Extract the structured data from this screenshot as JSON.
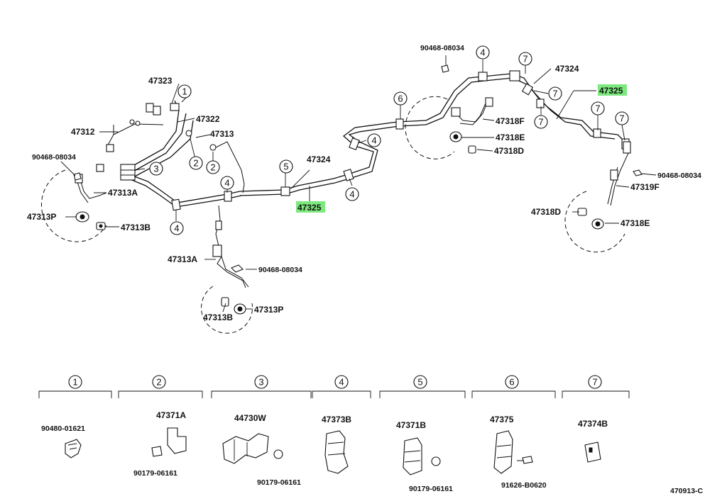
{
  "diagram_code": "470913-C",
  "labels": {
    "p47323": "47323",
    "p47322": "47322",
    "p47312": "47312",
    "p47313_top": "47313",
    "p90468_left": "90468-08034",
    "p47313A_left": "47313A",
    "p47313P_left": "47313P",
    "p47313B_left": "47313B",
    "p47313A_bottom": "47313A",
    "p90468_bottom": "90468-08034",
    "p47313B_bottom": "47313B",
    "p47313P_bottom": "47313P",
    "p47324_center": "47324",
    "p47325_center": "47325",
    "p90468_top": "90468-08034",
    "p47324_right": "47324",
    "p47325_right": "47325",
    "p47318F": "47318F",
    "p47318E_top": "47318E",
    "p47318D_top": "47318D",
    "p90468_right": "90468-08034",
    "p47319F": "47319F",
    "p47318D_right": "47318D",
    "p47318E_right": "47318E"
  },
  "callouts": {
    "c1": "1",
    "c2": "2",
    "c3": "3",
    "c4": "4",
    "c5": "5",
    "c6": "6",
    "c7": "7"
  },
  "legend": {
    "g1": {
      "num": "1",
      "part": "90480-01621"
    },
    "g2": {
      "num": "2",
      "part": "47371A",
      "sub": "90179-06161"
    },
    "g3": {
      "num": "3",
      "part": "44730W",
      "sub": "90179-06161"
    },
    "g4": {
      "num": "4",
      "part": "47373B"
    },
    "g5": {
      "num": "5",
      "part": "47371B",
      "sub": "90179-06161"
    },
    "g6": {
      "num": "6",
      "part": "47375",
      "sub": "91626-B0620"
    },
    "g7": {
      "num": "7",
      "part": "47374B"
    }
  },
  "colors": {
    "highlight": "#7de87d",
    "ink": "#111111",
    "background": "#ffffff"
  }
}
